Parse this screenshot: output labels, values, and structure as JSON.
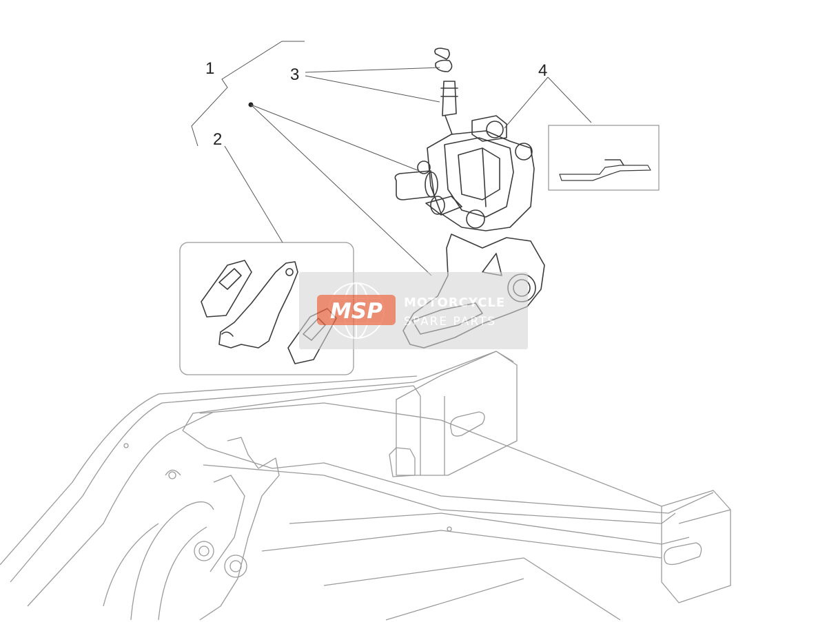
{
  "diagram": {
    "callouts": [
      {
        "id": "1",
        "label": "1"
      },
      {
        "id": "2",
        "label": "2"
      },
      {
        "id": "3",
        "label": "3"
      },
      {
        "id": "4",
        "label": "4"
      }
    ]
  },
  "watermark": {
    "logo_text": "MSP",
    "line1": "MOTORCYCLE",
    "line2": "SPARE PARTS",
    "logo_color": "#e8542c",
    "band_color": "#cfcfcf"
  }
}
